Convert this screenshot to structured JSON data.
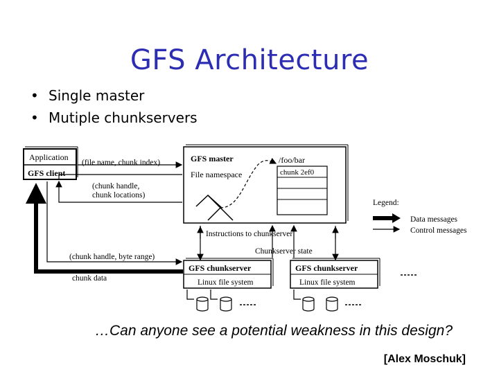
{
  "slide": {
    "title": "GFS Architecture",
    "bullets": [
      "Single master",
      "Mutiple chunkservers"
    ],
    "question": "…Can anyone see a potential weakness in this design?",
    "credit": "[Alex Moschuk]"
  },
  "diagram": {
    "application": "Application",
    "gfs_client": "GFS client",
    "request": "(file name, chunk index)",
    "reply_line1": "(chunk handle,",
    "reply_line2": " chunk locations)",
    "master": "GFS master",
    "namespace": "File namespace",
    "path": "/foo/bar",
    "chunk_id": "chunk 2ef0",
    "instructions": "Instructions to chunkserver",
    "chunkserver_state": "Chunkserver state",
    "data_request": "(chunk handle, byte range)",
    "chunk_data": "chunk data",
    "chunkserver": "GFS chunkserver",
    "linux_fs": "Linux file system",
    "legend_title": "Legend:",
    "legend_data": "Data messages",
    "legend_control": "Control messages"
  },
  "colors": {
    "title": "#2d2db4",
    "diagram": "#000000"
  }
}
